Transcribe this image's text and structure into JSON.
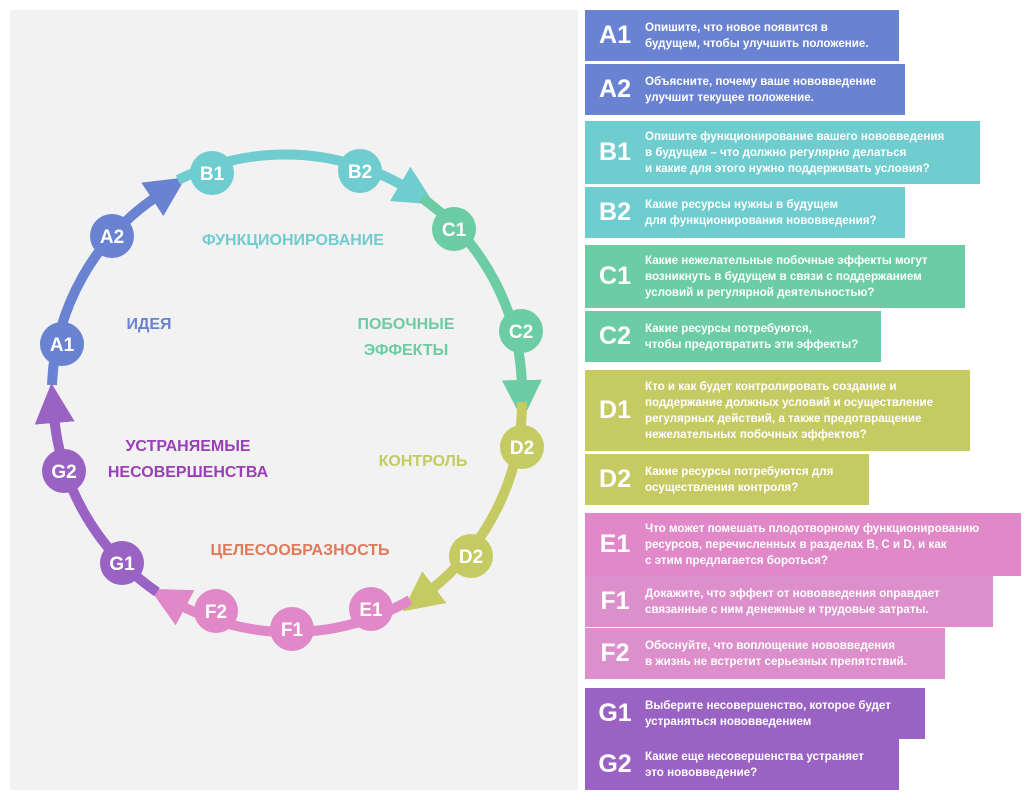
{
  "colors": {
    "A": "#6a82d2",
    "B": "#6fcccf",
    "C": "#6ccca3",
    "D": "#c5cb62",
    "E": "#e088c8",
    "F": "#dc8fcb",
    "G": "#9a62c3",
    "panel": "#f2f2f2"
  },
  "diagram": {
    "nodes": [
      "A1",
      "A2",
      "B1",
      "B2",
      "C1",
      "C2",
      "D2",
      "D2",
      "E1",
      "F1",
      "F2",
      "G1",
      "G2"
    ],
    "phases": {
      "idea": "ИДЕЯ",
      "functioning": "ФУНКЦИОНИРОВАНИЕ",
      "side_effects_1": "ПОБОЧНЫЕ",
      "side_effects_2": "ЭФФЕКТЫ",
      "control": "КОНТРОЛЬ",
      "expediency": "ЦЕЛЕСООБРАЗНОСТЬ",
      "flaws_1": "УСТРАНЯЕМЫЕ",
      "flaws_2": "НЕСОВЕРШЕНСТВА"
    }
  },
  "cards": [
    {
      "code": "A1",
      "text": "Опишите, что новое появится в\nбудущем, чтобы улучшить положение."
    },
    {
      "code": "A2",
      "text": "Объясните, почему ваше нововведение\nулучшит текущее положение."
    },
    {
      "code": "B1",
      "text": "Опишите функционирование вашего нововведения\nв будущем – что должно регулярно делаться\nи какие для этого нужно поддерживать условия?"
    },
    {
      "code": "B2",
      "text": "Какие ресурсы нужны в будущем\nдля функционирования нововведения?"
    },
    {
      "code": "C1",
      "text": "Какие нежелательные побочные эффекты могут\nвозникнуть в будущем в связи с поддержанием\nусловий  и  регулярной деятельностью?"
    },
    {
      "code": "C2",
      "text": "Какие ресурсы потребуются,\nчтобы предотвратить эти эффекты?"
    },
    {
      "code": "D1",
      "text": "Кто и как будет контролировать создание и\nподдержание должных условий и осуществление\nрегулярных действий, а также предотвращение\nнежелательных побочных эффектов?"
    },
    {
      "code": "D2",
      "text": "Какие ресурсы потребуются для\nосуществления контроля?"
    },
    {
      "code": "E1",
      "text": "Что может помешать плодотворному функционированию\nресурсов, перечисленных в разделах B, C и D, и как\nс этим предлагается бороться?"
    },
    {
      "code": "F1",
      "text": "Докажите, что эффект от нововведения оправдает\nсвязанные с ним денежные и трудовые затраты."
    },
    {
      "code": "F2",
      "text": "Обоснуйте, что воплощение нововведения\nв жизнь не встретит серьезных препятствий."
    },
    {
      "code": "G1",
      "text": "Выберите несовершенство, которое будет\nустраняться нововведением"
    },
    {
      "code": "G2",
      "text": "Какие еще несовершенства устраняет\nэто нововведение?"
    }
  ]
}
